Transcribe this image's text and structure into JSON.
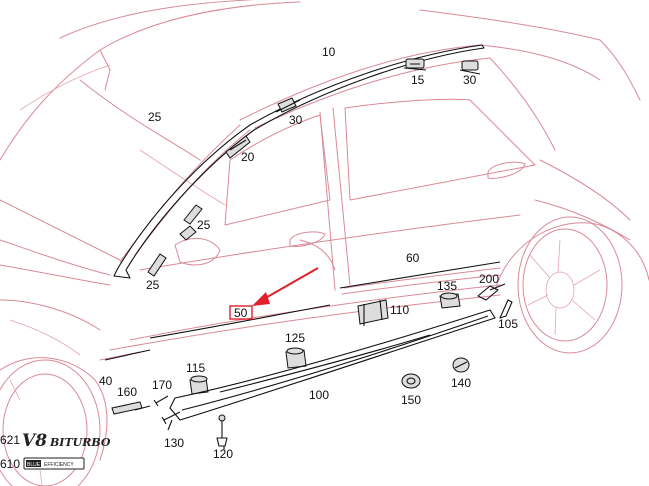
{
  "callouts": {
    "c10": "10",
    "c15": "15",
    "c30a": "30",
    "c30b": "30",
    "c20": "20",
    "c25a": "25",
    "c25b": "25",
    "c25c": "25",
    "c60": "60",
    "c200": "200",
    "c50": "50",
    "c110": "110",
    "c135": "135",
    "c105": "105",
    "c125": "125",
    "c115": "115",
    "c40": "40",
    "c160": "160",
    "c170": "170",
    "c100": "100",
    "c150": "150",
    "c140": "140",
    "c130": "130",
    "c120": "120",
    "c621": "621",
    "c610": "610"
  },
  "badges": {
    "v8": "V8",
    "biturbo": "BITURBO",
    "blue": "BLUE",
    "efficiency": "EFFICIENCY"
  },
  "colors": {
    "car_outline": "#d98a96",
    "highlight": "#e0202a",
    "part_stroke": "#111111"
  }
}
